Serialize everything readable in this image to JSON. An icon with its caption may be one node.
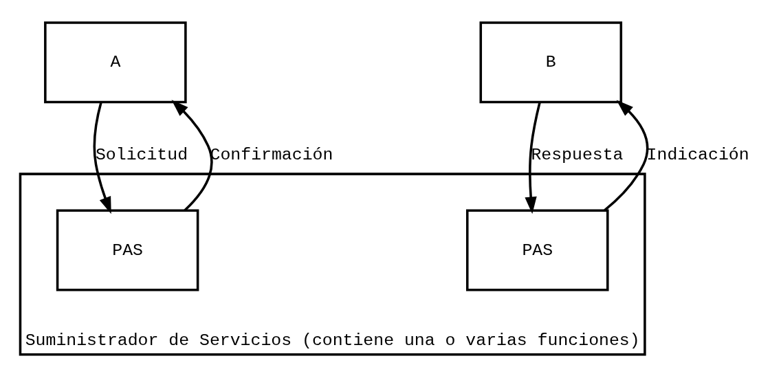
{
  "diagram": {
    "nodes": [
      {
        "text": [
          "A"
        ]
      },
      {
        "text": [
          "B"
        ]
      },
      {
        "text": [
          "Suministrador de Servicios (contiene una o varias funciones)"
        ]
      },
      {
        "text": [
          "PAS"
        ],
        "in": 2
      },
      {
        "text": [
          "PAS"
        ],
        "in": 2
      }
    ],
    "edges": [
      {
        "from": 0,
        "to": 3,
        "arrow": "to",
        "label": "Solicitud"
      },
      {
        "from": 3,
        "to": 0,
        "arrow": "to",
        "label": "Confirmación"
      },
      {
        "from": 1,
        "to": 4,
        "arrow": "to",
        "label": "Respuesta"
      },
      {
        "from": 4,
        "to": 1,
        "arrow": "to",
        "label": "Indicación"
      }
    ]
  }
}
